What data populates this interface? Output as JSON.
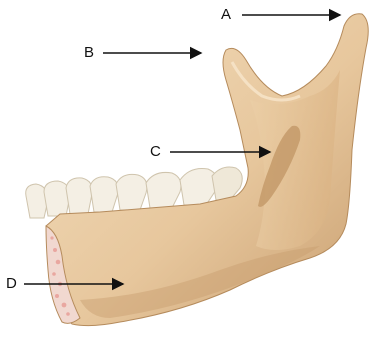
{
  "labels": {
    "a": "A",
    "b": "B",
    "c": "C",
    "d": "D"
  },
  "colors": {
    "bone": "#e7c79d",
    "bone_shadow": "#c89e6f",
    "bone_highlight": "#f3ddbd",
    "tooth": "#f4efe4",
    "tooth_shadow": "#cfc4ad",
    "marrow": "#e9a7a0",
    "arrow": "#111111"
  }
}
